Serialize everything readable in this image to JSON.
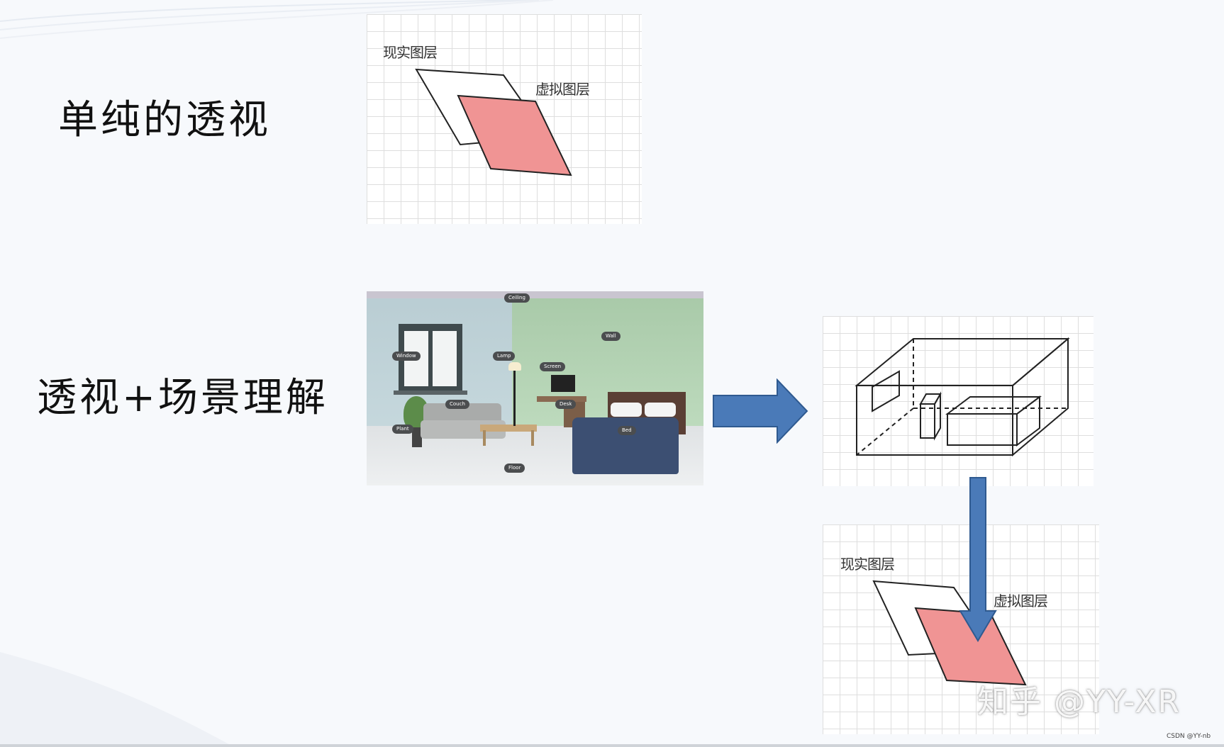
{
  "headings": {
    "simple": "单纯的透视",
    "scene": "透视+场景理解"
  },
  "panel_top": {
    "real_label": "现实图层",
    "virtual_label": "虚拟图层"
  },
  "room_labels": {
    "ceiling": "Ceiling",
    "wall": "Wall",
    "window": "Window",
    "lamp": "Lamp",
    "screen": "Screen",
    "couch": "Couch",
    "desk": "Desk",
    "plant": "Plant",
    "bed": "Bed",
    "floor": "Floor"
  },
  "panel_bottom": {
    "real_label": "现实图层",
    "virtual_label": "虚拟图层"
  },
  "watermark": "知乎 @YY-XR",
  "footer_credit": "CSDN @YY-nb",
  "colors": {
    "virtual_layer_fill": "#f09494",
    "arrow_fill": "#4a7ab8",
    "arrow_stroke": "#2f5a90"
  }
}
